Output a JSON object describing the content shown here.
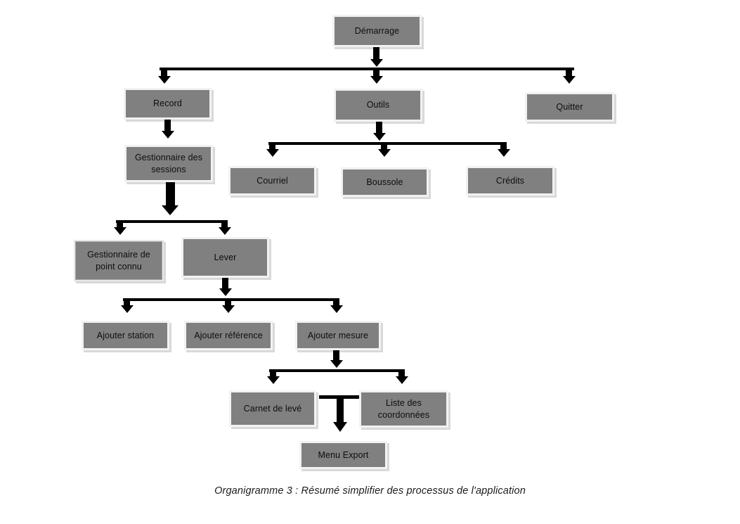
{
  "document": {
    "caption": "Organigramme 3 : Résumé simplifier des processus de l'application",
    "background_color": "#ffffff",
    "node_fill_color": "#808080",
    "node_border_color": "#f2f2f2",
    "node_shadow_color": "#d9d9d9",
    "connector_color": "#000000",
    "text_color": "#0d0d0d"
  },
  "chart_data": {
    "type": "diagram",
    "title": "Organigramme 3 : Résumé simplifier des processus de l'application",
    "nodes": [
      {
        "id": "demarrage",
        "label": "Démarrage"
      },
      {
        "id": "record",
        "label": "Record"
      },
      {
        "id": "outils",
        "label": "Outils"
      },
      {
        "id": "quitter",
        "label": "Quitter"
      },
      {
        "id": "gest_sessions",
        "label": "Gestionnaire des\nsessions"
      },
      {
        "id": "courriel",
        "label": "Courriel"
      },
      {
        "id": "boussole",
        "label": "Boussole"
      },
      {
        "id": "credits",
        "label": "Crédits"
      },
      {
        "id": "gest_point",
        "label": "Gestionnaire de\npoint connu"
      },
      {
        "id": "lever",
        "label": "Lever"
      },
      {
        "id": "ajouter_station",
        "label": "Ajouter station"
      },
      {
        "id": "ajouter_reference",
        "label": "Ajouter référence"
      },
      {
        "id": "ajouter_mesure",
        "label": "Ajouter mesure"
      },
      {
        "id": "carnet",
        "label": "Carnet de levé"
      },
      {
        "id": "liste_coord",
        "label": "Liste des\ncoordonnées"
      },
      {
        "id": "menu_export",
        "label": "Menu Export"
      }
    ],
    "edges": [
      {
        "from": "demarrage",
        "to": "record"
      },
      {
        "from": "demarrage",
        "to": "outils"
      },
      {
        "from": "demarrage",
        "to": "quitter"
      },
      {
        "from": "record",
        "to": "gest_sessions"
      },
      {
        "from": "outils",
        "to": "courriel"
      },
      {
        "from": "outils",
        "to": "boussole"
      },
      {
        "from": "outils",
        "to": "credits"
      },
      {
        "from": "gest_sessions",
        "to": "gest_point"
      },
      {
        "from": "gest_sessions",
        "to": "lever"
      },
      {
        "from": "lever",
        "to": "ajouter_station"
      },
      {
        "from": "lever",
        "to": "ajouter_reference"
      },
      {
        "from": "lever",
        "to": "ajouter_mesure"
      },
      {
        "from": "ajouter_mesure",
        "to": "carnet"
      },
      {
        "from": "ajouter_mesure",
        "to": "liste_coord"
      },
      {
        "from": "carnet",
        "to": "menu_export"
      },
      {
        "from": "liste_coord",
        "to": "menu_export"
      }
    ]
  },
  "nodes": {
    "demarrage": {
      "label": "Démarrage"
    },
    "record": {
      "label": "Record"
    },
    "outils": {
      "label": "Outils"
    },
    "quitter": {
      "label": "Quitter"
    },
    "gest_sessions": {
      "label": "Gestionnaire des\nsessions"
    },
    "courriel": {
      "label": "Courriel"
    },
    "boussole": {
      "label": "Boussole"
    },
    "credits": {
      "label": "Crédits"
    },
    "gest_point": {
      "label": "Gestionnaire de\npoint connu"
    },
    "lever": {
      "label": "Lever"
    },
    "ajouter_station": {
      "label": "Ajouter station"
    },
    "ajouter_reference": {
      "label": "Ajouter référence"
    },
    "ajouter_mesure": {
      "label": "Ajouter mesure"
    },
    "carnet": {
      "label": "Carnet de levé"
    },
    "liste_coord": {
      "label": "Liste des\ncoordonnées"
    },
    "menu_export": {
      "label": "Menu Export"
    }
  }
}
